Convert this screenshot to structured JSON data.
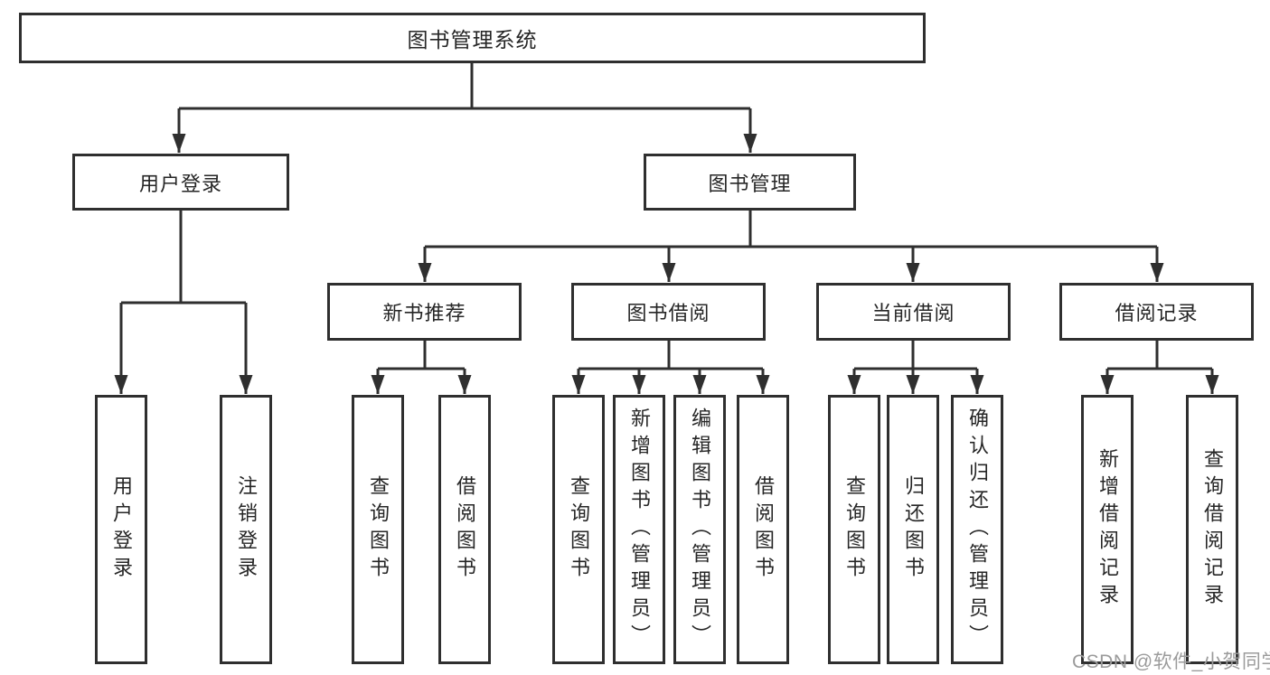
{
  "tree": {
    "root": {
      "label": "图书管理系统"
    },
    "branches": [
      {
        "label": "用户登录",
        "children": [
          {
            "label": "用户登录"
          },
          {
            "label": "注销登录"
          }
        ]
      },
      {
        "label": "图书管理",
        "children": [
          {
            "label": "新书推荐",
            "children": [
              {
                "label": "查询图书"
              },
              {
                "label": "借阅图书"
              }
            ]
          },
          {
            "label": "图书借阅",
            "children": [
              {
                "label": "查询图书"
              },
              {
                "label": "新增图书（管理员）"
              },
              {
                "label": "编辑图书（管理员）"
              },
              {
                "label": "借阅图书"
              }
            ]
          },
          {
            "label": "当前借阅",
            "children": [
              {
                "label": "查询图书"
              },
              {
                "label": "归还图书"
              },
              {
                "label": "确认归还（管理员）"
              }
            ]
          },
          {
            "label": "借阅记录",
            "children": [
              {
                "label": "新增借阅记录"
              },
              {
                "label": "查询借阅记录"
              }
            ]
          }
        ]
      }
    ]
  },
  "watermark": {
    "label": "CSDN @软件_小贺同学"
  },
  "colors": {
    "line": "#2f2f2f",
    "box_border": "#2f2f2f",
    "box_fill": "#ffffff",
    "text": "#262626",
    "background": "#ffffff",
    "watermark": "#9b9b9b"
  }
}
